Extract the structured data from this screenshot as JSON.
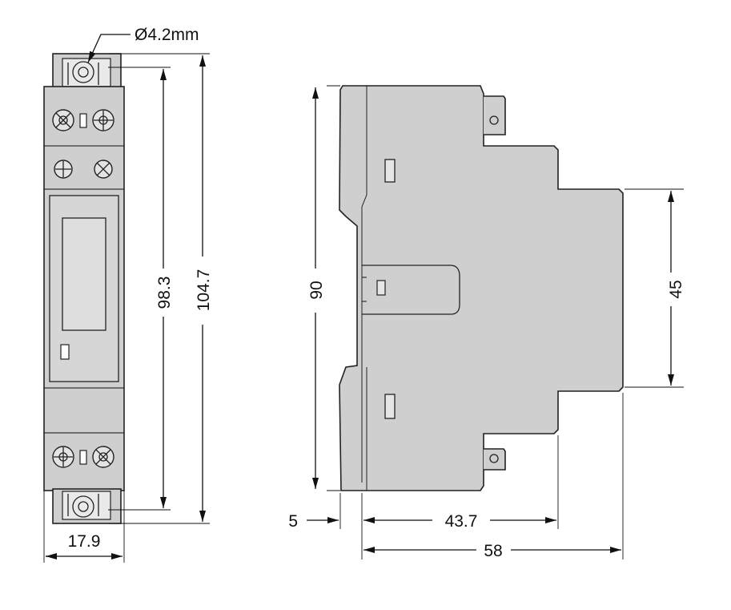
{
  "front_view": {
    "hole_label": "Ø4.2mm",
    "height_inner": "98.3",
    "height_total": "104.7",
    "width": "17.9"
  },
  "side_view": {
    "height": "90",
    "height_step": "45",
    "offset": "5",
    "depth_mid": "43.7",
    "depth_total": "58"
  },
  "colors": {
    "housing": "#cfcfcf",
    "outline": "#222222"
  }
}
